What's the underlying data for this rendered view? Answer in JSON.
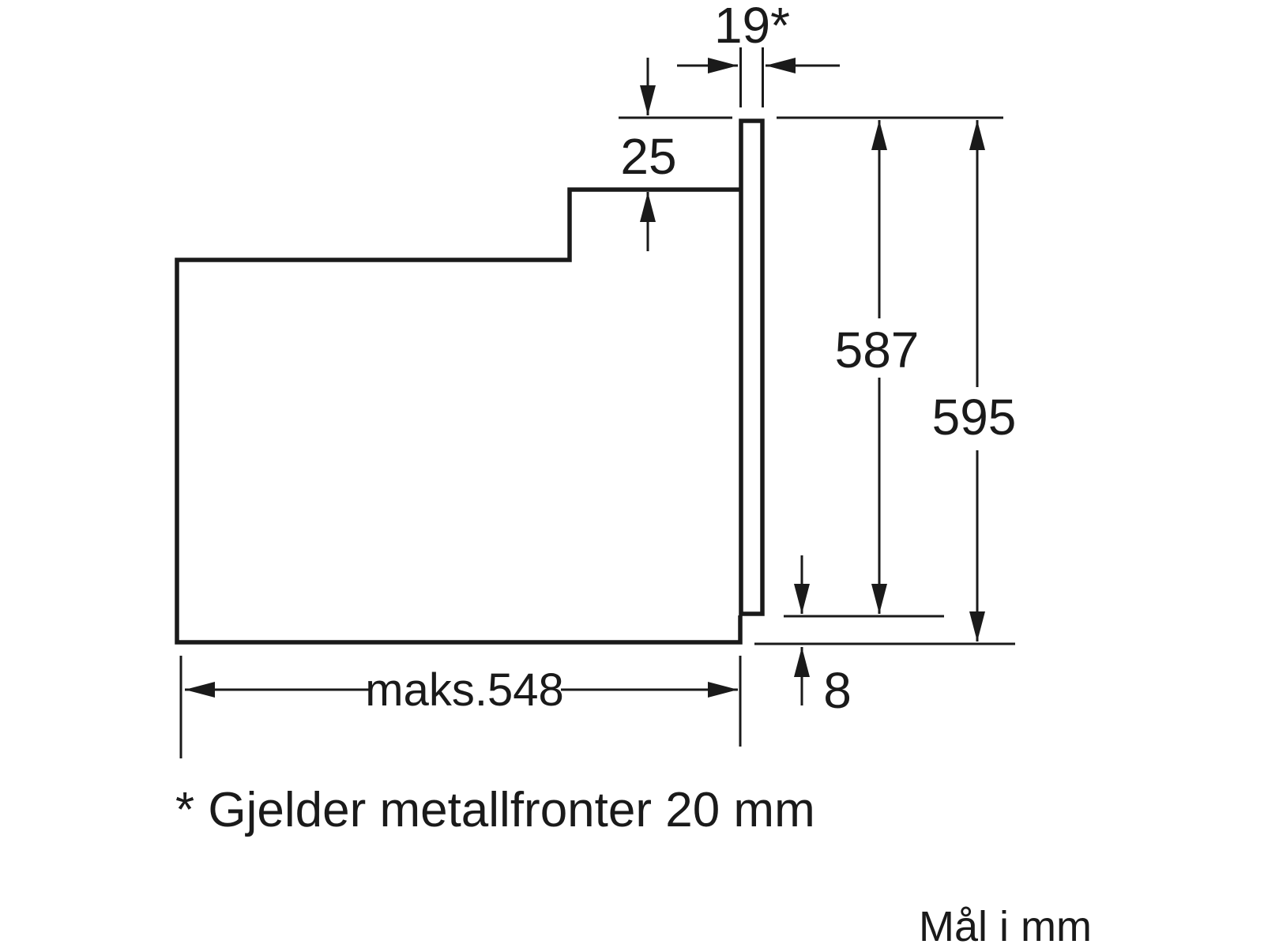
{
  "diagram": {
    "type": "appliance-installation-dimension-drawing",
    "unit_note": "Mål i mm",
    "footnote": "* Gjelder metallfronter 20 mm",
    "labels": {
      "door_thickness": "19*",
      "top_recess": "25",
      "front_height": "587",
      "total_height": "595",
      "max_depth": "maks.548",
      "bottom_offset": "8"
    },
    "colors": {
      "line": "#1a1a1a",
      "background": "#ffffff"
    }
  }
}
